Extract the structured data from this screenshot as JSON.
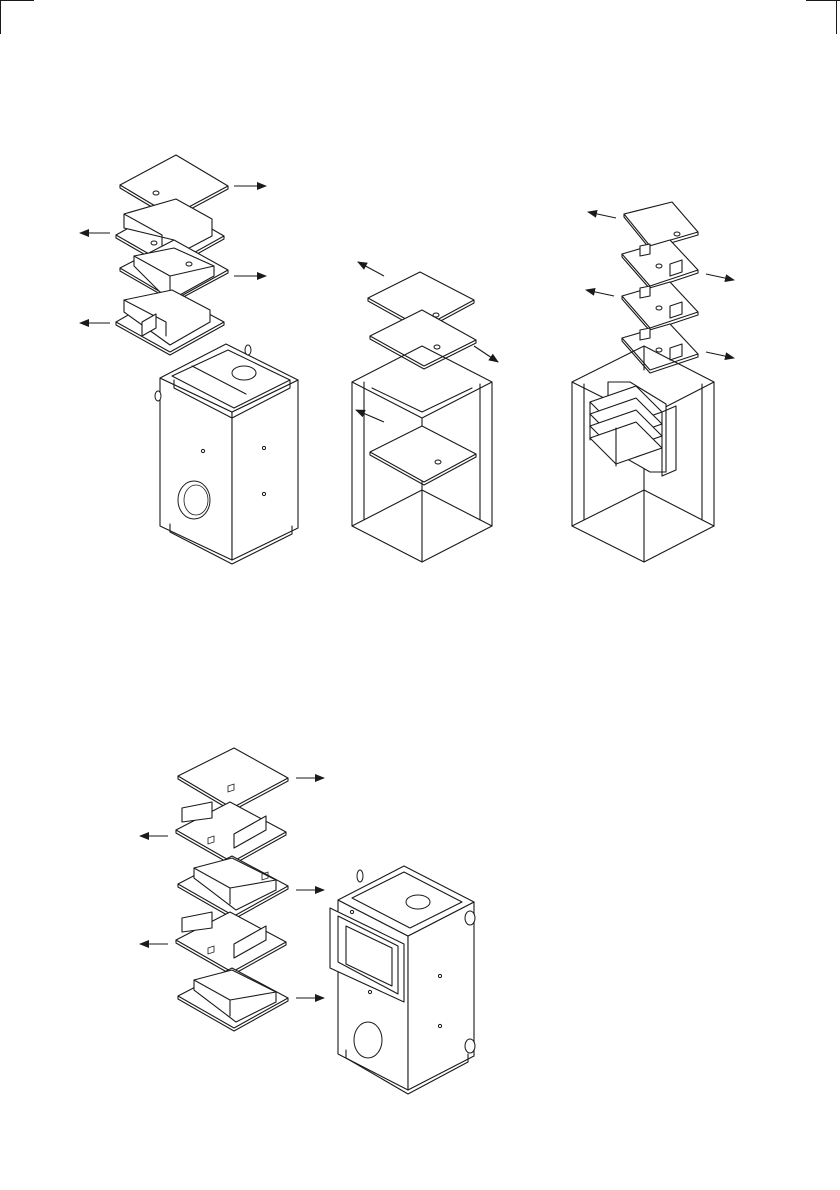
{
  "page": {
    "background": "#ffffff",
    "line_color": "#1a1a1a"
  },
  "figures": [
    {
      "id": "fig-a",
      "description_icon": "exploded-stove-baffles-icon"
    },
    {
      "id": "fig-b",
      "description_icon": "wireframe-baffle-plates-icon"
    },
    {
      "id": "fig-c",
      "description_icon": "wireframe-louvre-baffles-icon"
    },
    {
      "id": "fig-d",
      "description_icon": "exploded-stove-door-baffles-icon"
    }
  ]
}
